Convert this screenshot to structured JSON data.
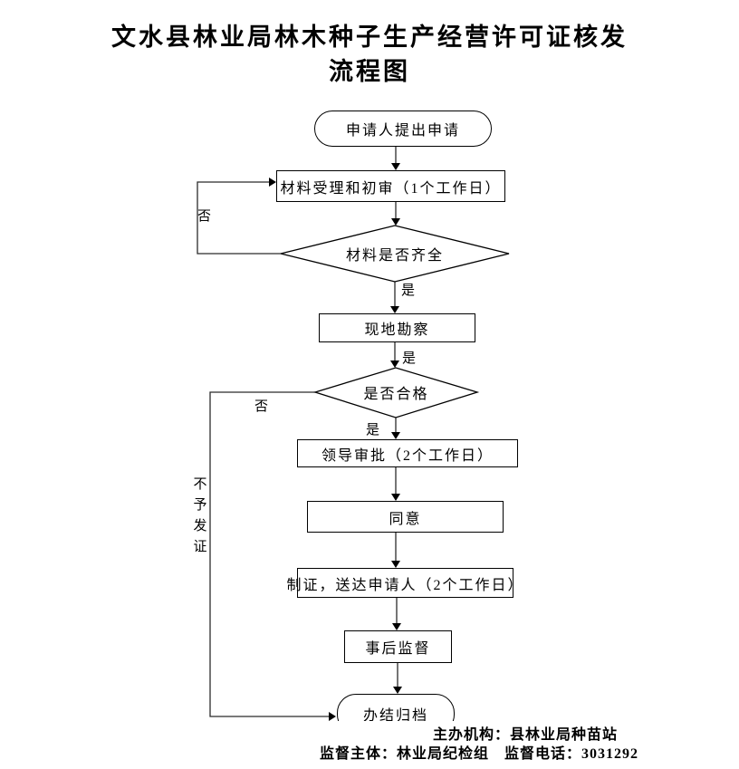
{
  "title": {
    "line1": "文水县林业局林木种子生产经营许可证核发",
    "line2": "流程图"
  },
  "flowchart": {
    "nodes": [
      {
        "label": "申请人提出申请",
        "type": "start-end"
      },
      {
        "label": "材料受理和初审（1个工作日）",
        "type": "process"
      },
      {
        "label": "材料是否齐全",
        "type": "decision"
      },
      {
        "label": "现地勘察",
        "type": "process"
      },
      {
        "label": "是否合格",
        "type": "decision"
      },
      {
        "label": "领导审批（2个工作日）",
        "type": "process"
      },
      {
        "label": "同意",
        "type": "process"
      },
      {
        "label": "制证，送达申请人（2个工作日）",
        "type": "process"
      },
      {
        "label": "事后监督",
        "type": "process"
      },
      {
        "label": "办结归档",
        "type": "start-end"
      }
    ],
    "labels": {
      "no_materials": "否",
      "yes_materials": "是",
      "yes_survey": "是",
      "no_qualified": "否",
      "yes_qualified": "是",
      "no_certificate": "不予发证"
    },
    "line_color": "#000000"
  },
  "footer": {
    "line1": "主办机构：县林业局种苗站",
    "line2": "监督主体：林业局纪检组　监督电话：3031292"
  }
}
